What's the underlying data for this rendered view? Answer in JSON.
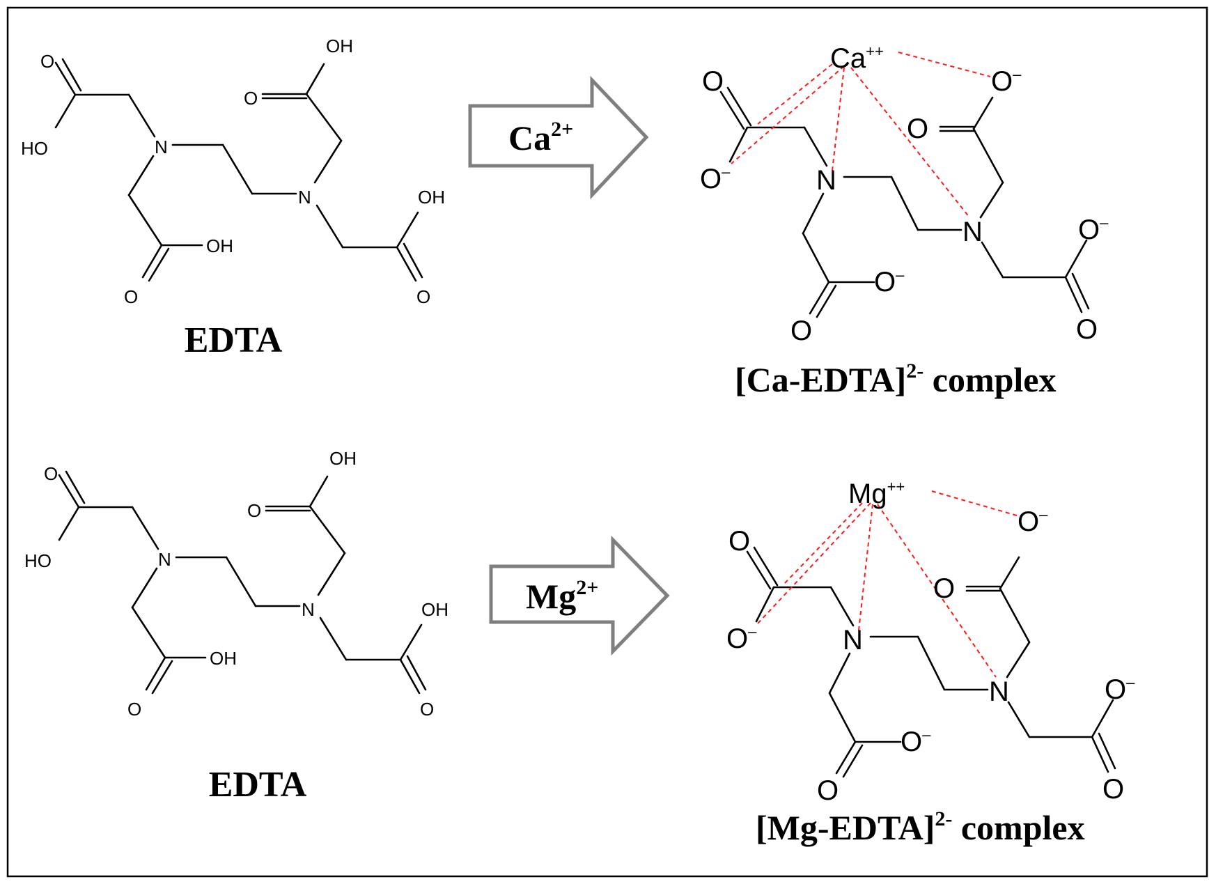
{
  "atoms": {
    "O": "O",
    "OH": "OH",
    "HO": "HO",
    "N": "N",
    "minus": "–"
  },
  "top": {
    "reactant_label": "EDTA",
    "arrow_ion": "Ca",
    "arrow_ion_charge": "2+",
    "metal_symbol": "Ca",
    "metal_charge": "++",
    "product_label_main": "[Ca-EDTA]",
    "product_label_charge": "2-",
    "product_label_suffix": " complex"
  },
  "bottom": {
    "reactant_label": "EDTA",
    "arrow_ion": "Mg",
    "arrow_ion_charge": "2+",
    "metal_symbol": "Mg",
    "metal_charge": "++",
    "product_label_main": "[Mg-EDTA]",
    "product_label_charge": "2-",
    "product_label_suffix": " complex"
  },
  "colors": {
    "frame": "#000000",
    "arrow_outline": "#7f7f7f",
    "coordination_bond": "#ff1a1a"
  }
}
